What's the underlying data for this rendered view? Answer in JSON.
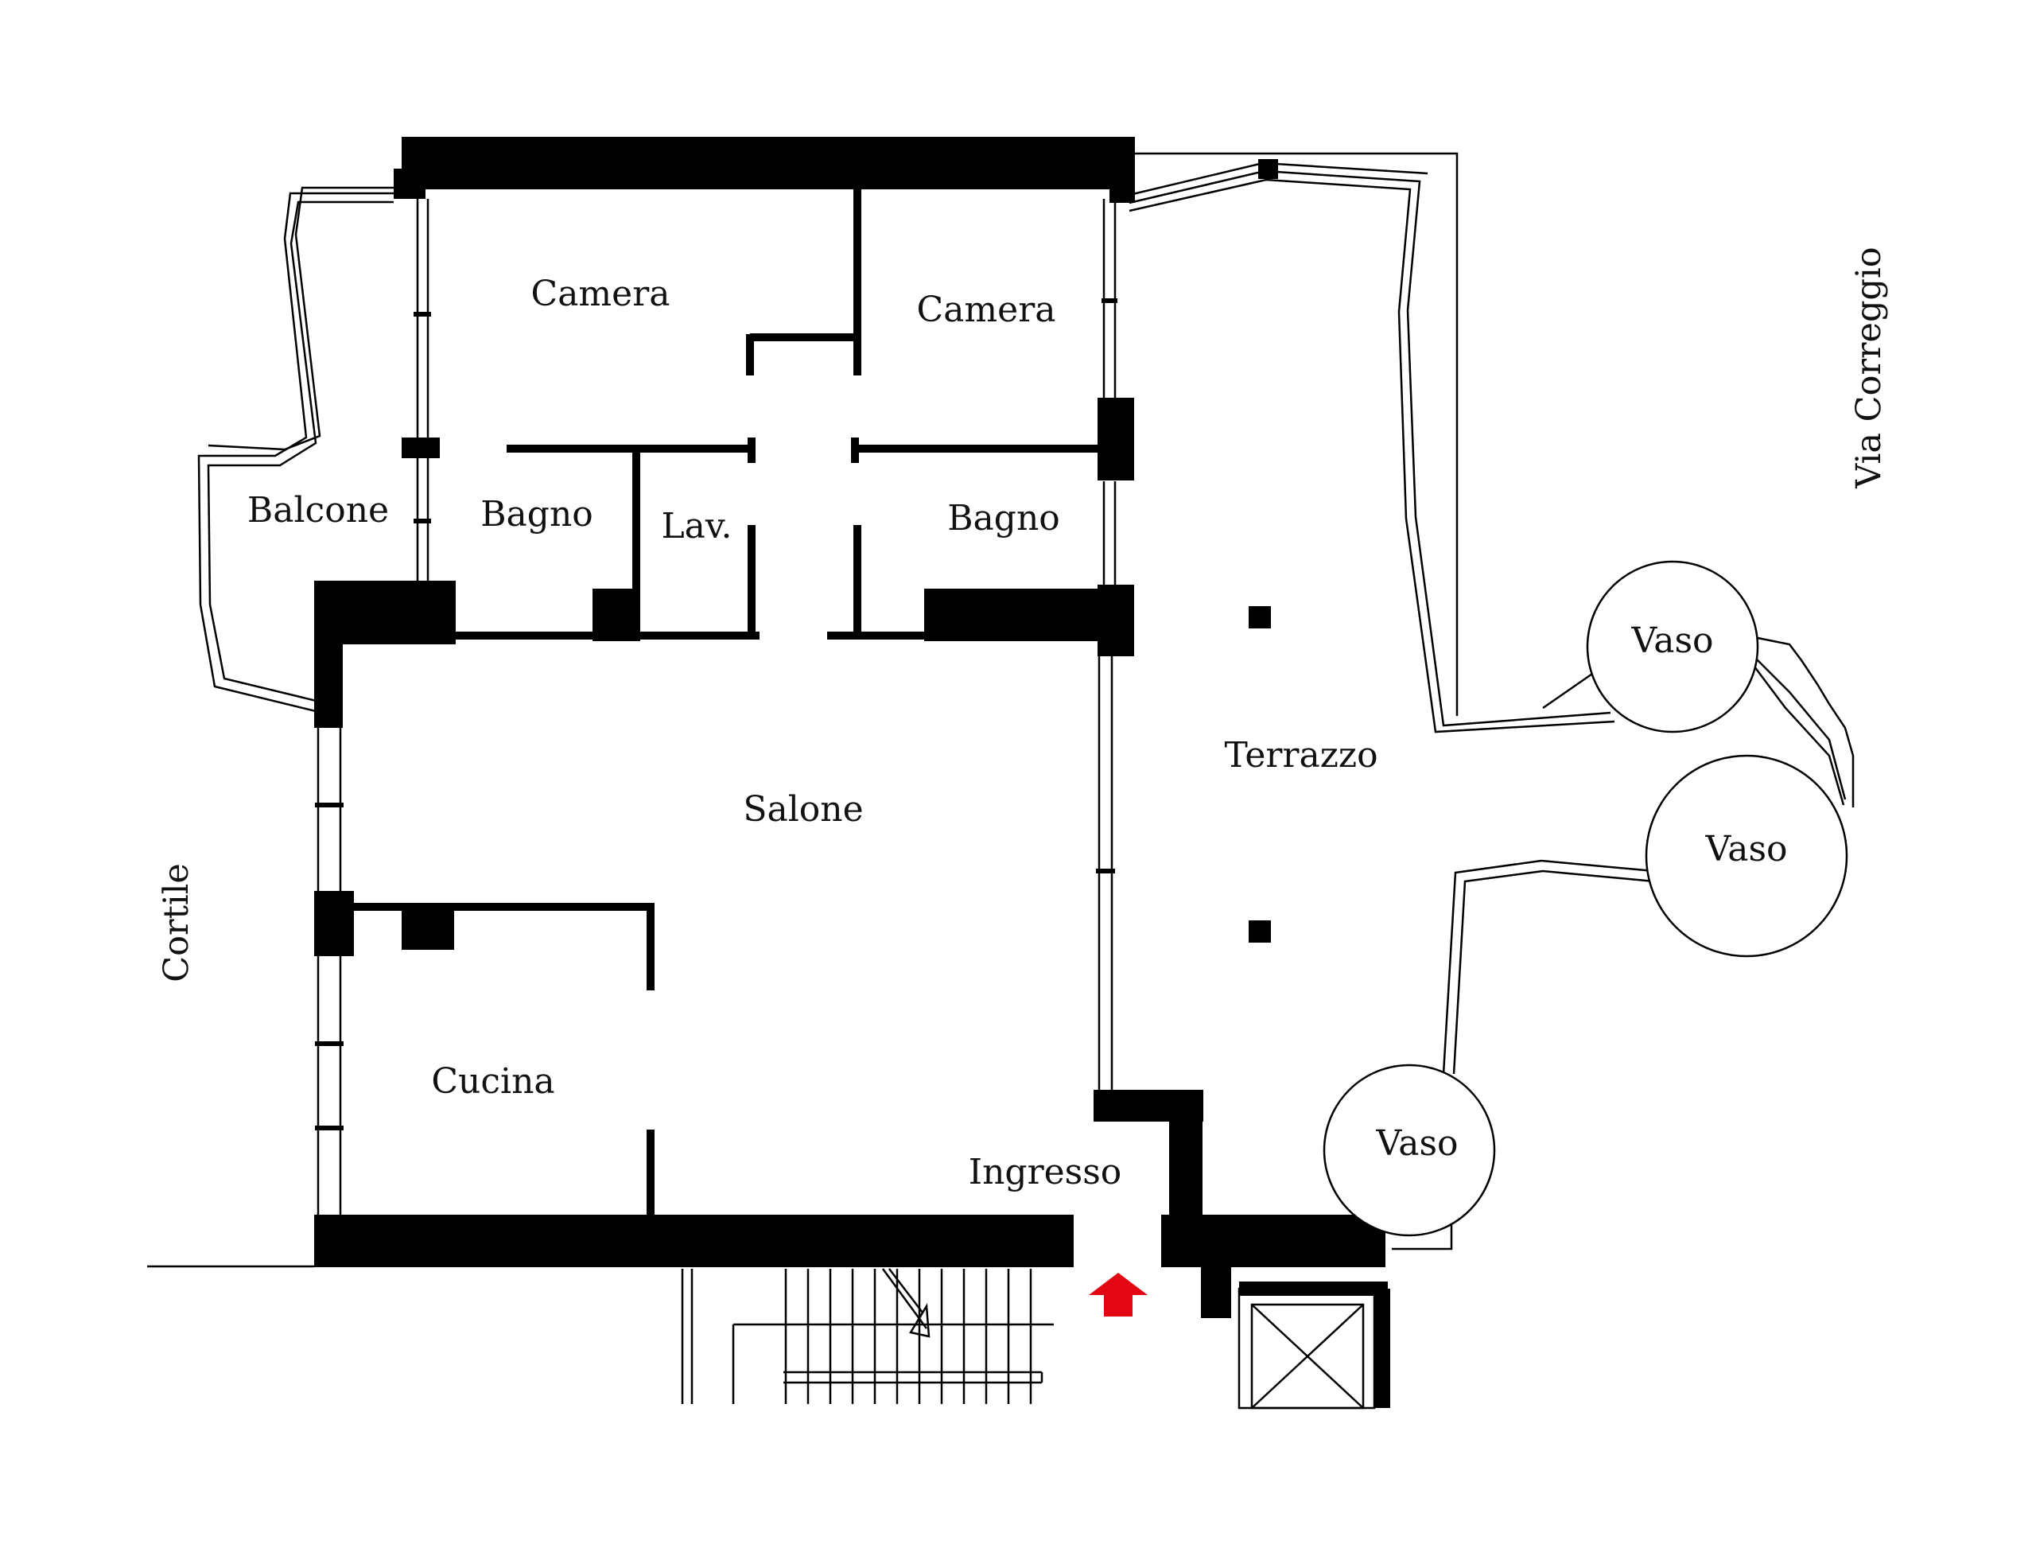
{
  "rooms": {
    "camera_left": "Camera",
    "camera_right": "Camera",
    "balcone": "Balcone",
    "bagno_left": "Bagno",
    "lav": "Lav.",
    "bagno_right": "Bagno",
    "salone": "Salone",
    "terrazzo": "Terrazzo",
    "cucina": "Cucina",
    "ingresso": "Ingresso"
  },
  "outdoor": {
    "street": "Via Correggio",
    "courtyard": "Cortile"
  },
  "planters": [
    "Vaso",
    "Vaso",
    "Vaso"
  ],
  "colors": {
    "wall": "#000000",
    "line": "#000000",
    "background": "#ffffff",
    "entrance_arrow": "#e30613"
  },
  "icons": {
    "entrance": "arrow-up-icon",
    "elevator": "elevator-cross-icon"
  }
}
